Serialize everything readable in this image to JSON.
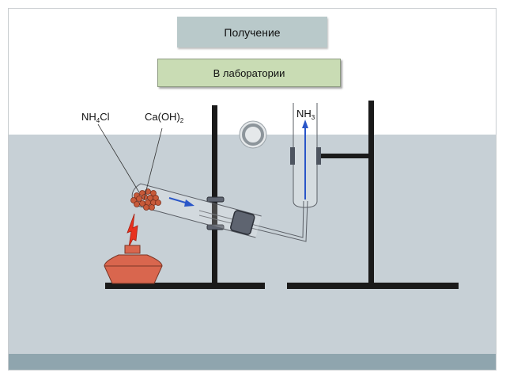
{
  "slide": {
    "title": "Получение",
    "subtitle": "В лаборатории"
  },
  "labels": {
    "reagent1": {
      "main": "NH",
      "sub": "4",
      "tail": "Cl"
    },
    "reagent2": {
      "main": "Ca(OH)",
      "sub": "2",
      "tail": ""
    },
    "product": {
      "main": "NH",
      "sub": "3",
      "tail": ""
    }
  },
  "colors": {
    "band": "#c7d0d6",
    "bottom_bar": "#8fa5ae",
    "title_box": "#b9c9ca",
    "subtitle_box": "#c9dcb4",
    "burner": "#d9664e",
    "flame": "#e8311e",
    "granules": "#c75a3a",
    "arrow": "#2a56c8",
    "stand": "#1a1a1a"
  },
  "icons": [
    "burner-icon",
    "flame-icon",
    "nav-ring-icon"
  ]
}
